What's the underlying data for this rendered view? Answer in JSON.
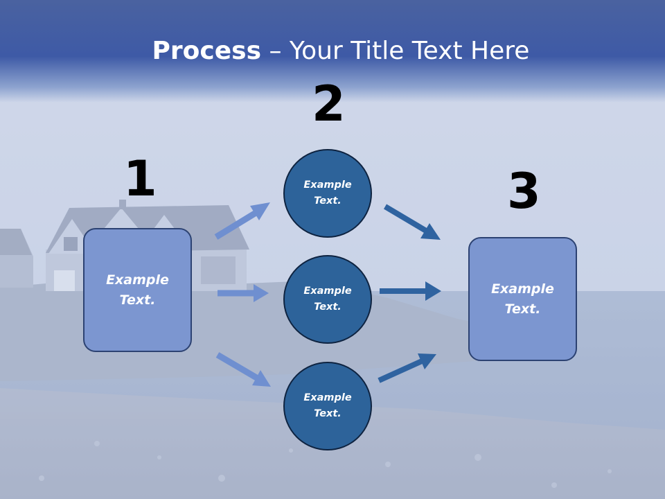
{
  "slide": {
    "title_bold": "Process",
    "title_rest": " – Your Title Text Here",
    "numbers": [
      "1",
      "2",
      "3"
    ],
    "left_box_line1": "Example",
    "left_box_line2": "Text.",
    "right_box_line1": "Example",
    "right_box_line2": "Text.",
    "circles": [
      {
        "line1": "Example",
        "line2": "Text."
      },
      {
        "line1": "Example",
        "line2": "Text."
      },
      {
        "line1": "Example",
        "line2": "Text."
      }
    ]
  },
  "colors": {
    "title_band": "#3e5aa6",
    "box_fill": "#7c96d0",
    "circle_fill": "#2d639a",
    "arrow_light": "#6f8fd0",
    "arrow_dark": "#2f63a0"
  }
}
